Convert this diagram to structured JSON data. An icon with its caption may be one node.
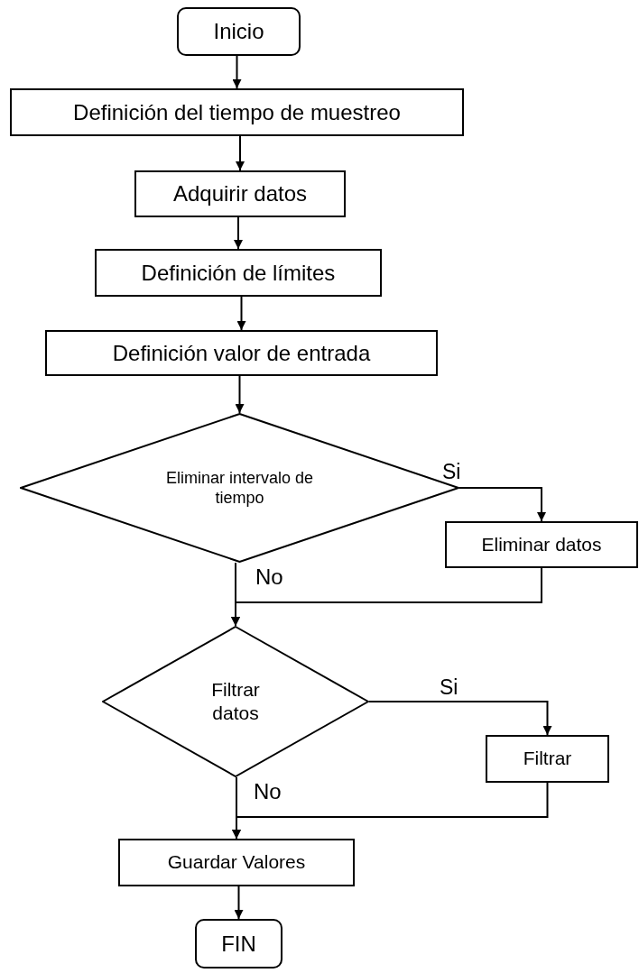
{
  "diagram": {
    "nodes": [
      {
        "text": [
          "Inicio"
        ]
      },
      {
        "text": [
          "Definición del tiempo de muestreo"
        ]
      },
      {
        "text": [
          "Adquirir datos"
        ]
      },
      {
        "text": [
          "Definición de límites"
        ]
      },
      {
        "text": [
          "Definición valor de entrada"
        ]
      },
      {
        "text": [
          "Eliminar intervalo de tiempo"
        ]
      },
      {
        "text": [
          "Eliminar datos"
        ]
      },
      {
        "text": [
          "Filtrar datos"
        ]
      },
      {
        "text": [
          "Filtrar"
        ]
      },
      {
        "text": [
          "Guardar Valores"
        ]
      },
      {
        "text": [
          "FIN"
        ]
      }
    ],
    "edges": [
      {
        "from": 0,
        "to": 1,
        "arrow": "to"
      },
      {
        "from": 1,
        "to": 2,
        "arrow": "to"
      },
      {
        "from": 2,
        "to": 3,
        "arrow": "to"
      },
      {
        "from": 3,
        "to": 4,
        "arrow": "to"
      },
      {
        "from": 4,
        "to": 5,
        "arrow": "to"
      },
      {
        "from": 5,
        "to": 6,
        "arrow": "to",
        "label": "Si"
      },
      {
        "from": 5,
        "to": 7,
        "arrow": "to",
        "label": "No"
      },
      {
        "from": 6,
        "to": 7,
        "arrow": "to"
      },
      {
        "from": 7,
        "to": 8,
        "arrow": "to",
        "label": "Si"
      },
      {
        "from": 7,
        "to": 9,
        "arrow": "to",
        "label": "No"
      },
      {
        "from": 8,
        "to": 9,
        "arrow": "to"
      },
      {
        "from": 9,
        "to": 10,
        "arrow": "to"
      }
    ]
  }
}
